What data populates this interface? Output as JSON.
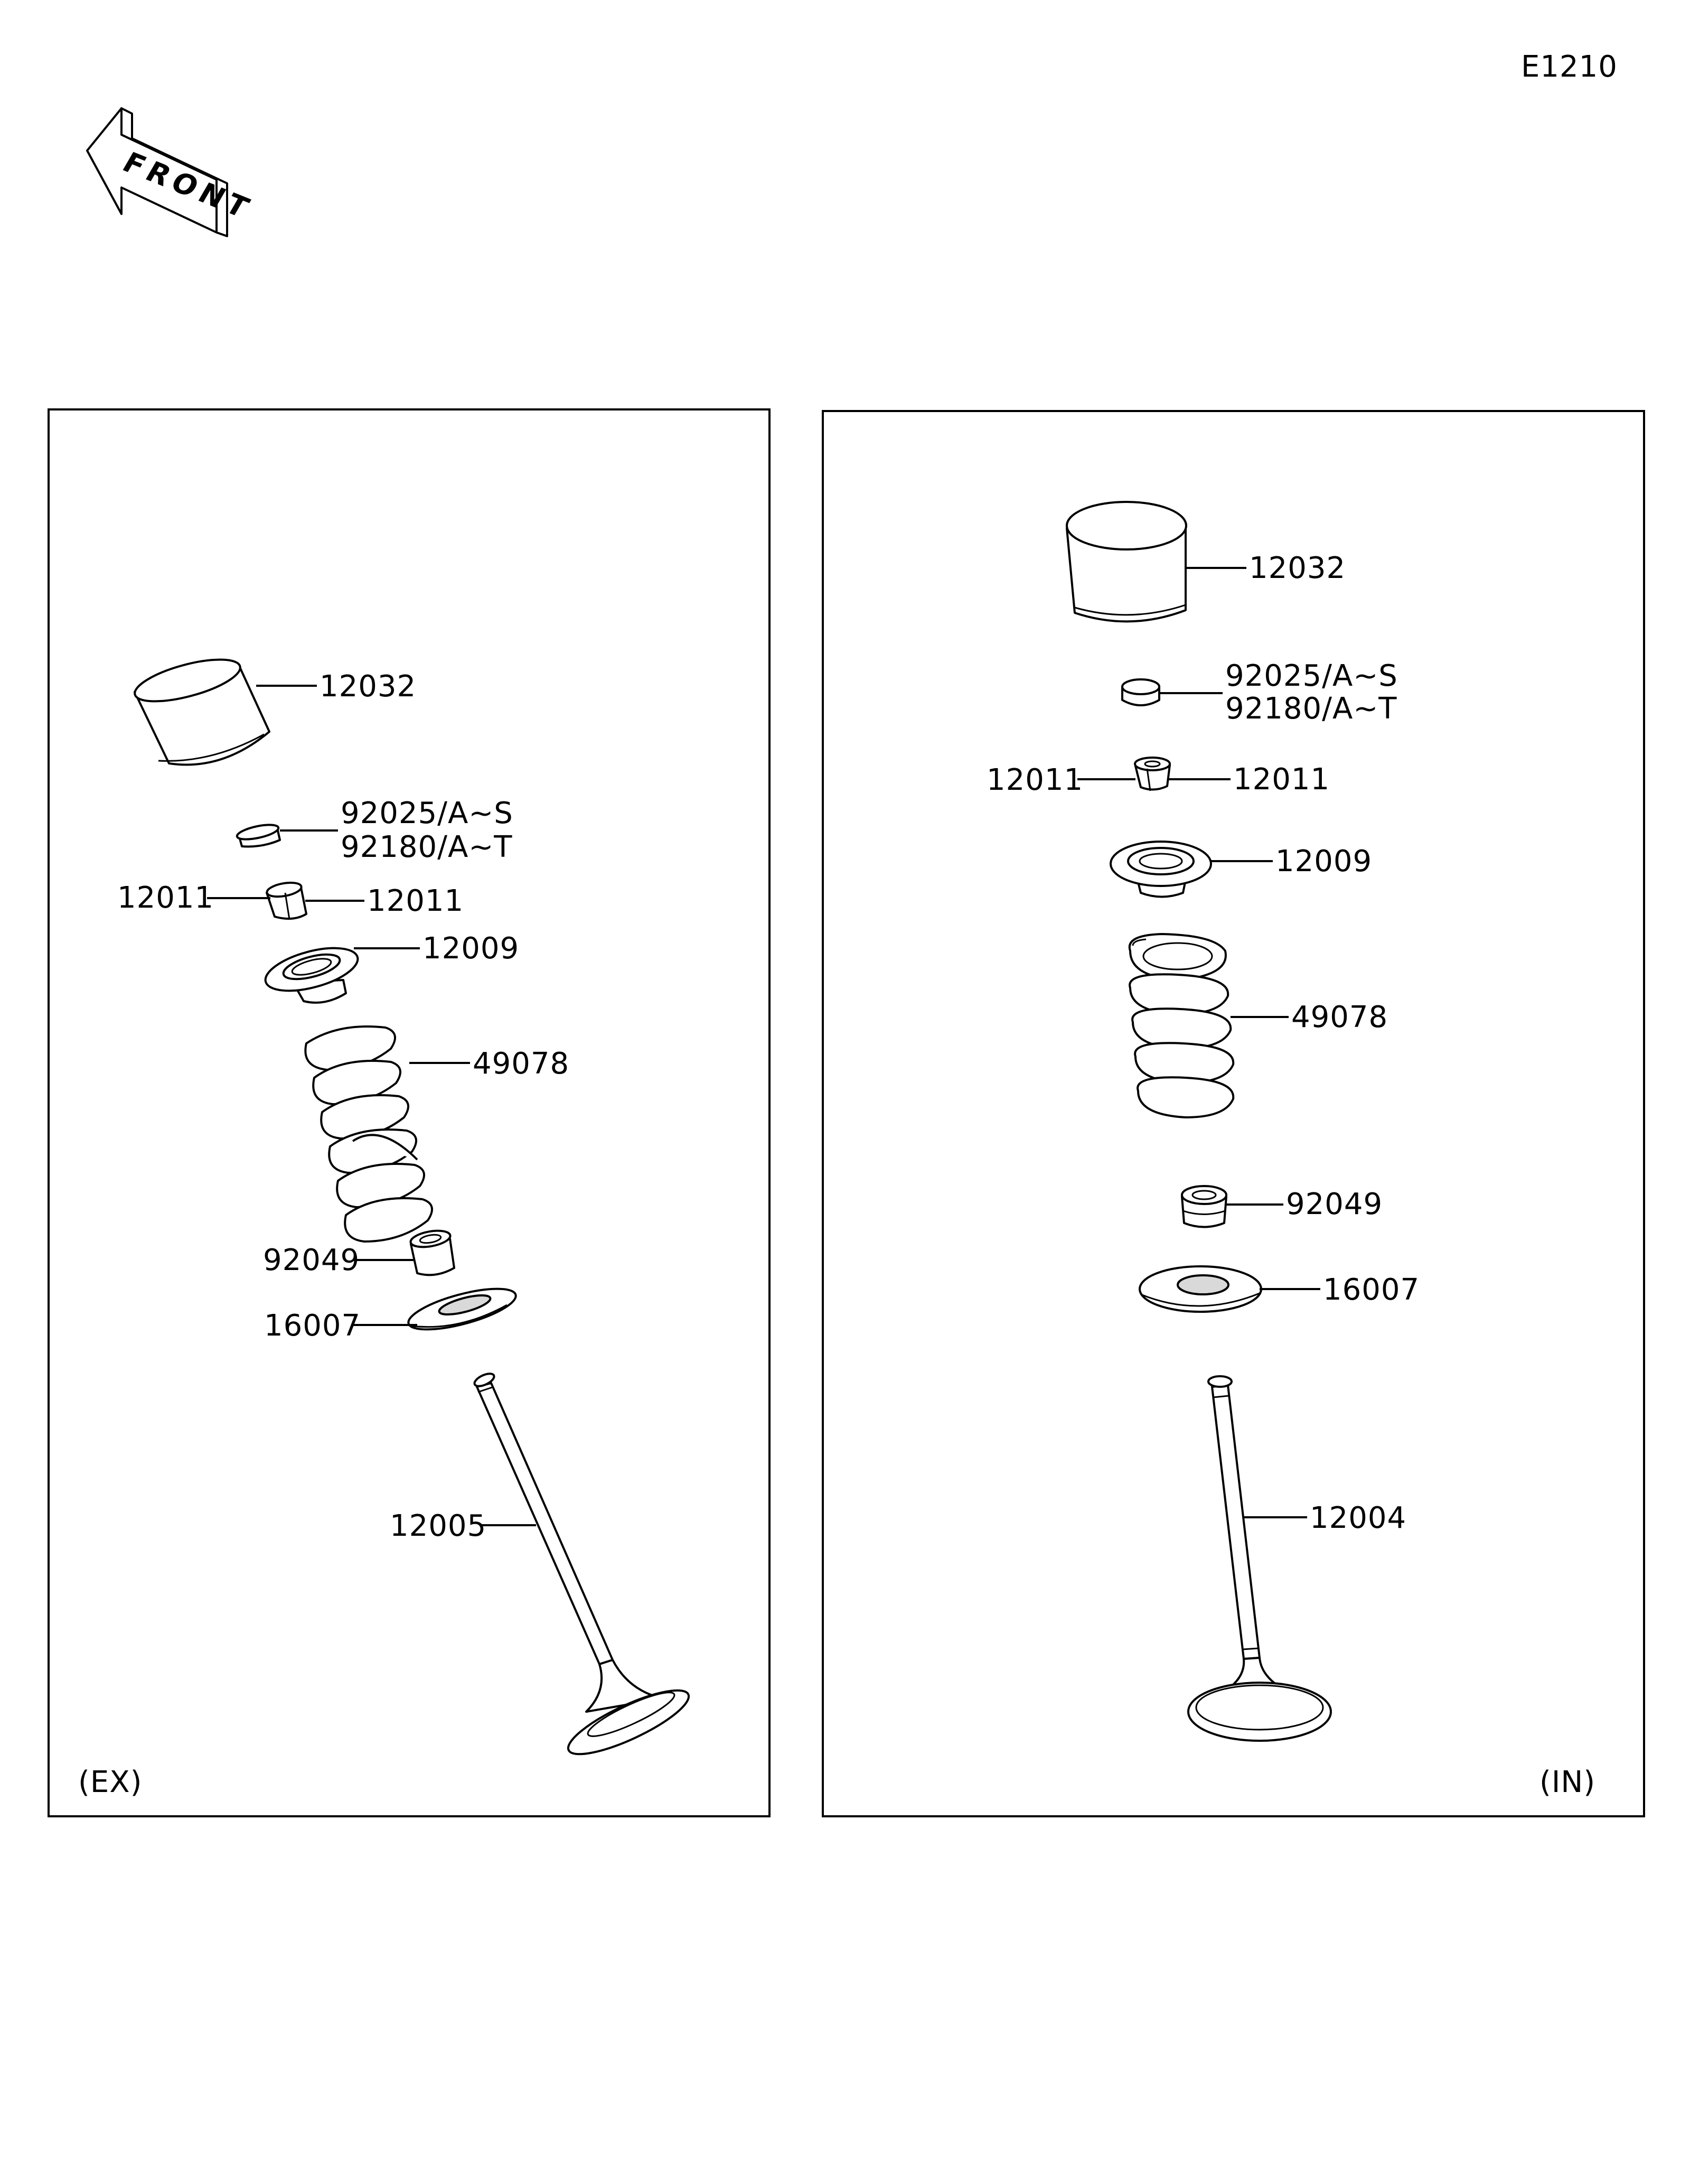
{
  "diagram_code": "E1210",
  "front_arrow": {
    "label": "FRONT"
  },
  "panels": {
    "exhaust": {
      "label": "(EX)",
      "parts": {
        "tappet": "12032",
        "shim_a": "92025/A~S",
        "shim_b": "92180/A~T",
        "keeper_left": "12011",
        "keeper_right": "12011",
        "retainer": "12009",
        "spring": "49078",
        "seal": "92049",
        "seat": "16007",
        "valve": "12005"
      }
    },
    "intake": {
      "label": "(IN)",
      "parts": {
        "tappet": "12032",
        "shim_a": "92025/A~S",
        "shim_b": "92180/A~T",
        "keeper_left": "12011",
        "keeper_right": "12011",
        "retainer": "12009",
        "spring": "49078",
        "seal": "92049",
        "seat": "16007",
        "valve": "12004"
      }
    }
  }
}
